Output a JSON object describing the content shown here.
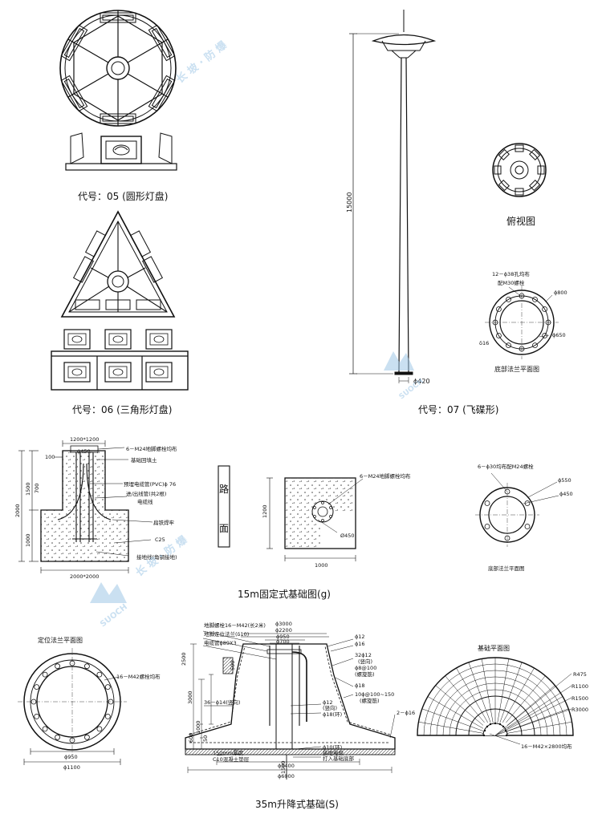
{
  "watermark": {
    "brand": "长 坡 · 防 爆",
    "en": "SUOCH"
  },
  "fig05": {
    "caption": "代号：05 (圆形灯盘)"
  },
  "fig06": {
    "caption": "代号：06 (三角形灯盘)"
  },
  "fig07": {
    "caption": "代号：07 (飞碟形)",
    "height": "15000",
    "base_dia": "ϕ420",
    "top_view": "俯视图",
    "flange": {
      "holes": "12－ϕ38孔均布",
      "bolts": "配M30螺栓",
      "d800": "ϕ800",
      "d650": "ϕ650",
      "thk": "δ16",
      "title": "底部法兰平面图"
    }
  },
  "fixed": {
    "caption": "15m固定式基础图(g)",
    "sec": {
      "w_top": "1200*1200",
      "d450": "ϕ450",
      "bolts": "6－M24地脚螺栓均布",
      "backfill": "基础回填土",
      "pvc": "预埋电缆管(PVC)ϕ 76",
      "io": "进/出线管(共2根)",
      "cable": "电缆线",
      "weld": "扁铁焊牢",
      "conc": "C25",
      "ground": "接地线(角钢接地)",
      "w_base": "2000*2000",
      "d100": "100",
      "d700": "700",
      "d1500": "1500",
      "d2000": "2000",
      "d1000": "1000"
    },
    "plan": {
      "road": [
        "路",
        "面"
      ],
      "bolts": "6－M24地脚螺栓均布",
      "d1200": "1200",
      "d450": "Ø450",
      "d1000": "1000"
    },
    "flange": {
      "holes": "6－ϕ30均布配M24螺栓",
      "d550": "ϕ550",
      "d450": "ϕ450",
      "title": "底部法兰平面图"
    }
  },
  "lift": {
    "caption": "35m升降式基础(S)",
    "pos_flange": {
      "title": "定位法兰平面图",
      "bolts": "16－M42螺栓均布",
      "d950": "ϕ950",
      "d1100": "ϕ1100"
    },
    "sec": {
      "l1": "地脚螺栓16－M42(长2米)",
      "l2": "地脚定位法兰(δ10)",
      "l3": "电缆管ϕ89X3",
      "top_dims": [
        "ϕ3000",
        "ϕ2200",
        "ϕ950",
        "ϕ700"
      ],
      "r12a": "ϕ12",
      "r16a": "ϕ16",
      "r32": "32ϕ12",
      "r12b": "(竖向)",
      "r8": "ϕ8@100",
      "r8b": "(螺旋筋)",
      "r18": "ϕ18",
      "r10": "10ϕ@100~150",
      "r10b": "(螺旋筋)",
      "side": "2－ϕ16",
      "s36": "36－ϕ14(竖向)",
      "c12": "ϕ12",
      "c12b": "(竖向)",
      "c18": "ϕ18(环)",
      "c10": "ϕ10(环)",
      "ground": "接地电极",
      "pile": "打入基础底部",
      "pad": "150mm厚度",
      "pad2": "C10混凝土垫层",
      "bot_dims": [
        "ϕ3400",
        "ϕ6000"
      ],
      "v_dims": [
        "2500",
        "3000",
        "500",
        "1000",
        "600",
        "50",
        "1500"
      ]
    },
    "plan": {
      "title": "基础平面图",
      "r": [
        "R475",
        "R1100",
        "R1500",
        "R3000"
      ],
      "bolts": "16－M42×2800均布"
    }
  }
}
